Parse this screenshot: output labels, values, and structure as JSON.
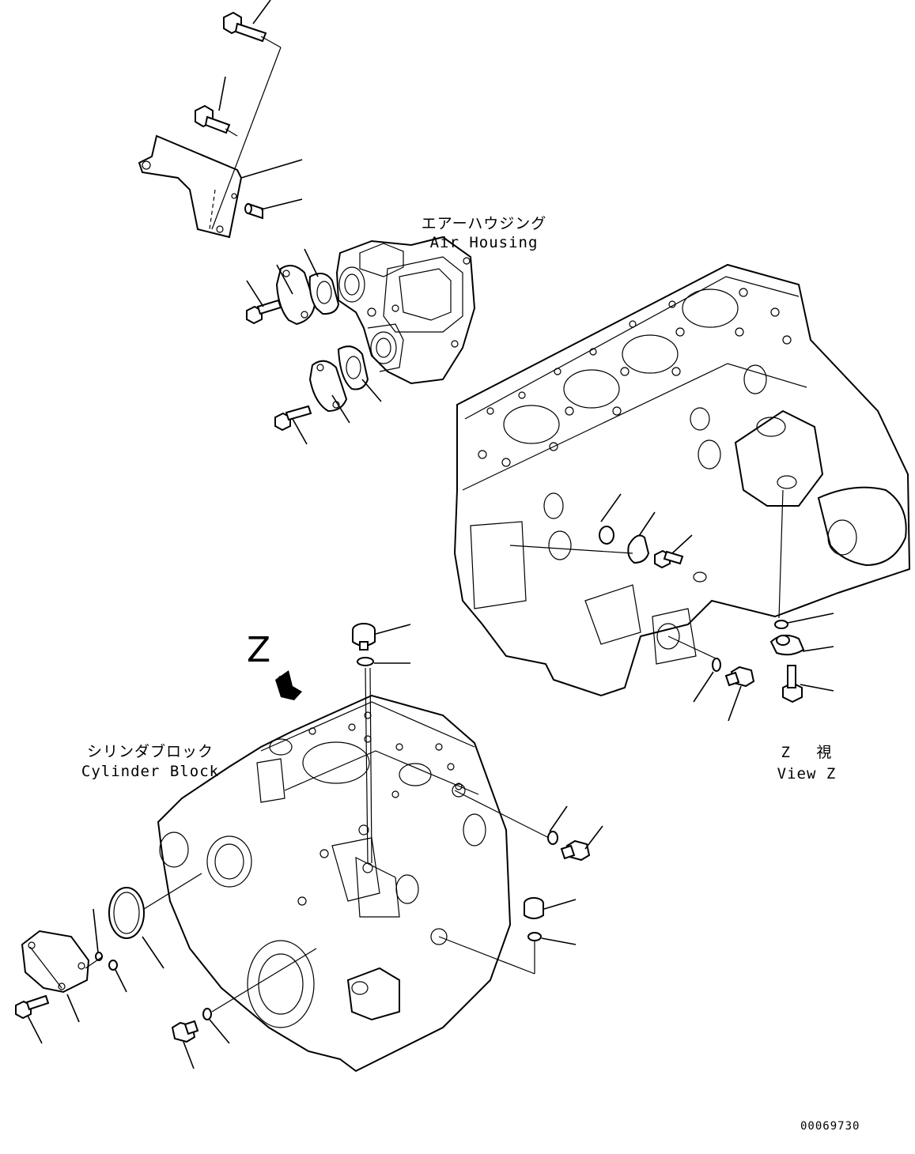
{
  "labels": {
    "air_housing_jp": "エアーハウジング",
    "air_housing_en": "Air Housing",
    "cylinder_block_jp": "シリンダブロック",
    "cylinder_block_en": "Cylinder Block",
    "view_z_jp": "Z 視",
    "view_z_en": "View Z",
    "view_marker": "Z",
    "drawing_number": "00069730"
  }
}
